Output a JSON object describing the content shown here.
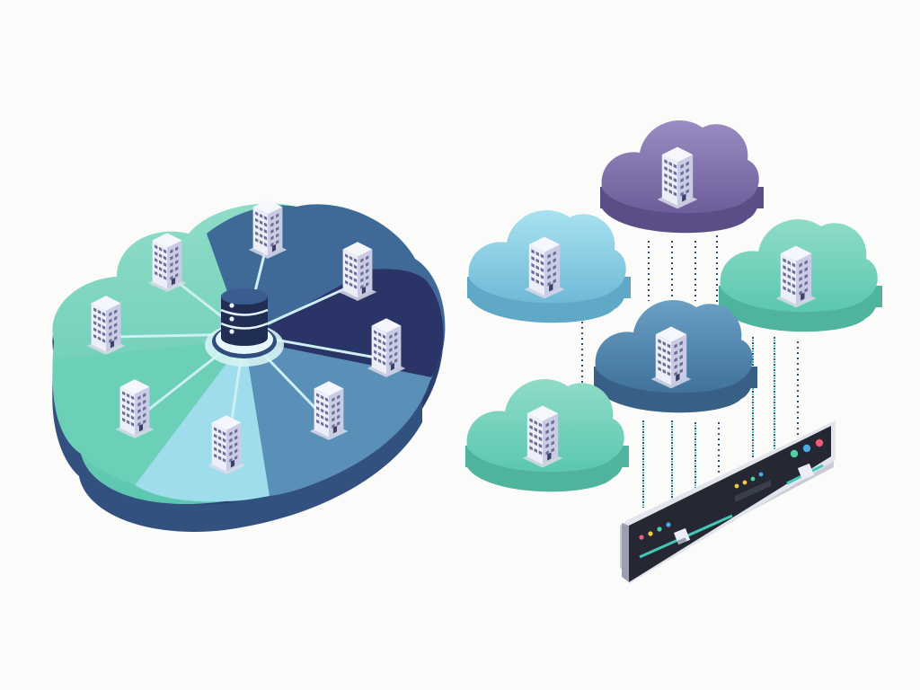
{
  "palette": {
    "background": "#fbfbf9",
    "teal": "#5cc7b0",
    "teal_light": "#8fdcc8",
    "sky": "#86cfe6",
    "steel_blue": "#4f86ad",
    "navy": "#2f4d7d",
    "indigo": "#262b57",
    "purple": "#7a6aa5",
    "building_face": "#eceef8",
    "building_side": "#c9cce4",
    "window": "#6c6f95",
    "panel": "#23262f",
    "led_red": "#f05a78",
    "led_yellow": "#f5c84a",
    "led_green": "#4fd1a5",
    "led_blue": "#4fa9e8",
    "slider_track": "#45c7b8"
  },
  "diagram": {
    "left_hub": {
      "center_icon": "database-icon",
      "node_icon": "office-building-icon",
      "node_count": 8
    },
    "right_cluster": {
      "cloud_icon": "cloud-icon",
      "node_icon": "office-building-icon",
      "clouds": [
        {
          "id": "top",
          "color": "purple"
        },
        {
          "id": "upper-left",
          "color": "sky"
        },
        {
          "id": "upper-right",
          "color": "teal"
        },
        {
          "id": "center",
          "color": "steel_blue"
        },
        {
          "id": "lower-left",
          "color": "teal"
        }
      ],
      "control_panel_icon": "mixer-panel-icon"
    }
  }
}
